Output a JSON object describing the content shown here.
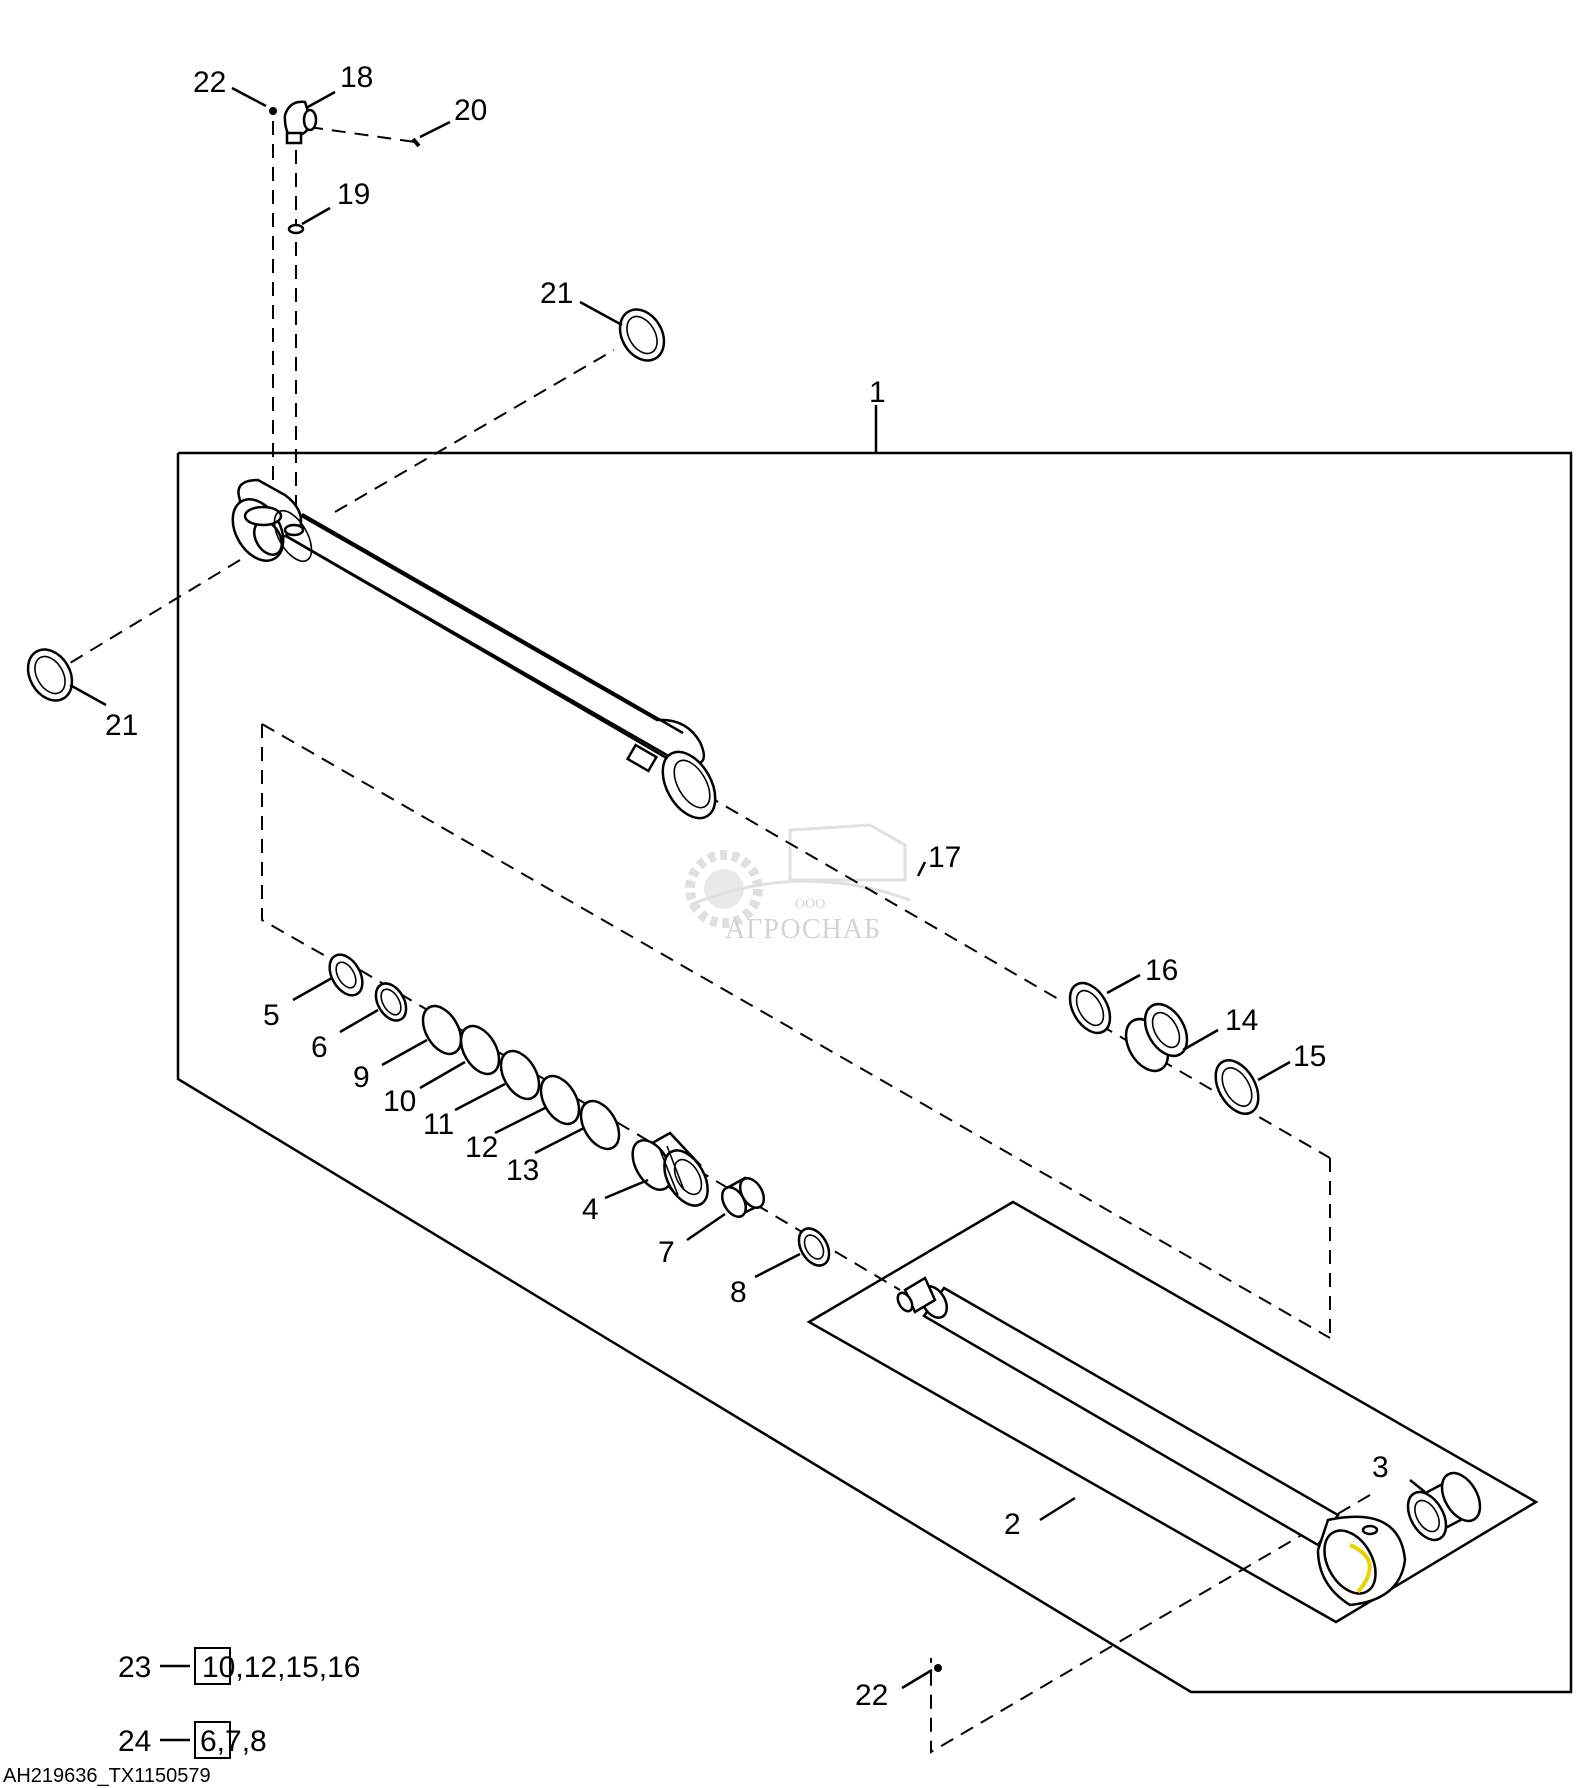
{
  "labels": {
    "p1": "1",
    "p2": "2",
    "p3": "3",
    "p4": "4",
    "p5": "5",
    "p6": "6",
    "p7": "7",
    "p8": "8",
    "p9": "9",
    "p10": "10",
    "p11": "11",
    "p12": "12",
    "p13": "13",
    "p14": "14",
    "p15": "15",
    "p16": "16",
    "p17": "17",
    "p18": "18",
    "p19": "19",
    "p20": "20",
    "p21a": "21",
    "p21b": "21",
    "p22a": "22",
    "p22b": "22"
  },
  "kits": [
    {
      "item": "23",
      "parts": "10,12,15,16"
    },
    {
      "item": "24",
      "parts": "6,7,8"
    }
  ],
  "footer_code": "AH219636_TX1150579",
  "watermark": {
    "company_form": "ООО",
    "company_name": "АГРОСНАБ"
  },
  "colors": {
    "line": "#000000",
    "highlight": "#e8d200",
    "watermark": "#c8c8c8"
  }
}
